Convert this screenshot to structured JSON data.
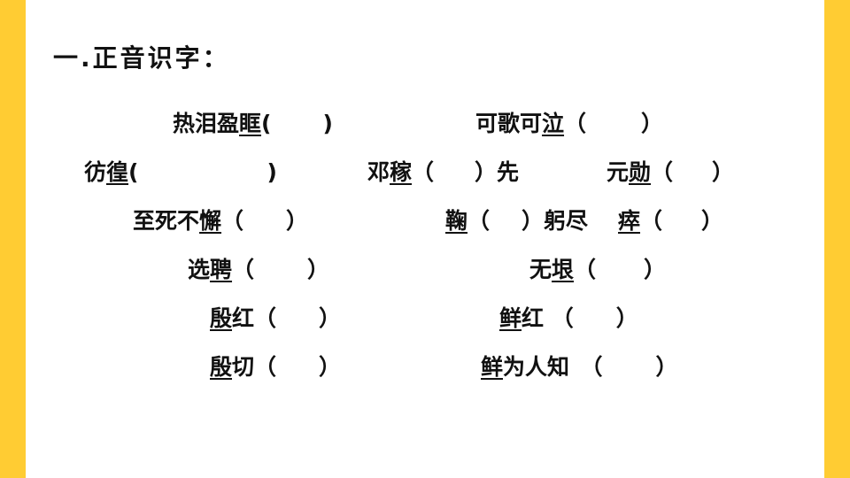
{
  "colors": {
    "side_bar": "#FFCC33",
    "text": "#111111",
    "background": "#FFFFFF"
  },
  "heading": "一.正音识字：",
  "items": [
    {
      "pre": "热泪盈",
      "u": "眶",
      "post": "(",
      "close": ")"
    },
    {
      "pre": "可歌可",
      "u": "泣",
      "post": "（",
      "close": "）"
    },
    {
      "pre": "彷",
      "u": "徨",
      "post": "(",
      "close": ")"
    },
    {
      "pre": "邓",
      "u": "稼",
      "post": "（",
      "close": "）先"
    },
    {
      "pre": "元",
      "u": "勋",
      "post": "（",
      "close": "）"
    },
    {
      "pre": "至死不",
      "u": "懈",
      "post": "（",
      "close": "）"
    },
    {
      "pre": "",
      "u": "鞠",
      "post": "（",
      "close": "）躬尽"
    },
    {
      "pre": "",
      "u": "瘁",
      "post": "（",
      "close": "）"
    },
    {
      "pre": "选",
      "u": "聘",
      "post": "（",
      "close": "）"
    },
    {
      "pre": "无",
      "u": "垠",
      "post": "（",
      "close": "）"
    },
    {
      "pre": "",
      "u": "殷",
      "post": "红（",
      "close": "）"
    },
    {
      "pre": "",
      "u": "鲜",
      "post": "红 （",
      "close": "）"
    },
    {
      "pre": "",
      "u": "殷",
      "post": "切（",
      "close": "）"
    },
    {
      "pre": "",
      "u": "鲜",
      "post": "为人知　（",
      "close": "）"
    }
  ]
}
